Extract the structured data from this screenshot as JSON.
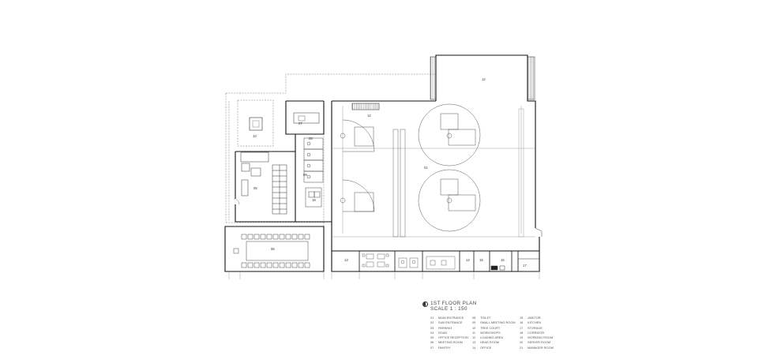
{
  "plan": {
    "title": "1ST FLOOR PLAN",
    "scale": "SCALE 1 : 150"
  },
  "rooms": {
    "r01": "01",
    "r05": "05",
    "r06": "06",
    "r07": "07",
    "r08": "08",
    "r09": "09",
    "r10": "10",
    "r12a": "12",
    "r12b": "12",
    "r13": "13",
    "r14": "14",
    "r15": "15",
    "r16": "16",
    "r17": "17",
    "r18": "18"
  },
  "legend": [
    {
      "num": "01",
      "label": "MAIN ENTRANCE"
    },
    {
      "num": "02",
      "label": "SUB ENTRANCE"
    },
    {
      "num": "03",
      "label": "PARKING"
    },
    {
      "num": "04",
      "label": "ROAD"
    },
    {
      "num": "05",
      "label": "OFFICE RECEPTION"
    },
    {
      "num": "06",
      "label": "MEETING ROOM"
    },
    {
      "num": "07",
      "label": "PANTRY"
    },
    {
      "num": "08",
      "label": "TOILET"
    },
    {
      "num": "09",
      "label": "SMALL MEETING ROOM"
    },
    {
      "num": "10",
      "label": "TREE COURT"
    },
    {
      "num": "11",
      "label": "WORKSHOPS"
    },
    {
      "num": "12",
      "label": "LOADING AREA"
    },
    {
      "num": "13",
      "label": "HEAD ROOM"
    },
    {
      "num": "14",
      "label": "OFFICE"
    },
    {
      "num": "15",
      "label": "JANITOR"
    },
    {
      "num": "16",
      "label": "KITCHEN"
    },
    {
      "num": "17",
      "label": "STORAGE"
    },
    {
      "num": "18",
      "label": "CORRIDOR"
    },
    {
      "num": "19",
      "label": "WORKING ROOM"
    },
    {
      "num": "20",
      "label": "SERVER ROOM"
    },
    {
      "num": "21",
      "label": "MANAGER ROOM"
    }
  ]
}
